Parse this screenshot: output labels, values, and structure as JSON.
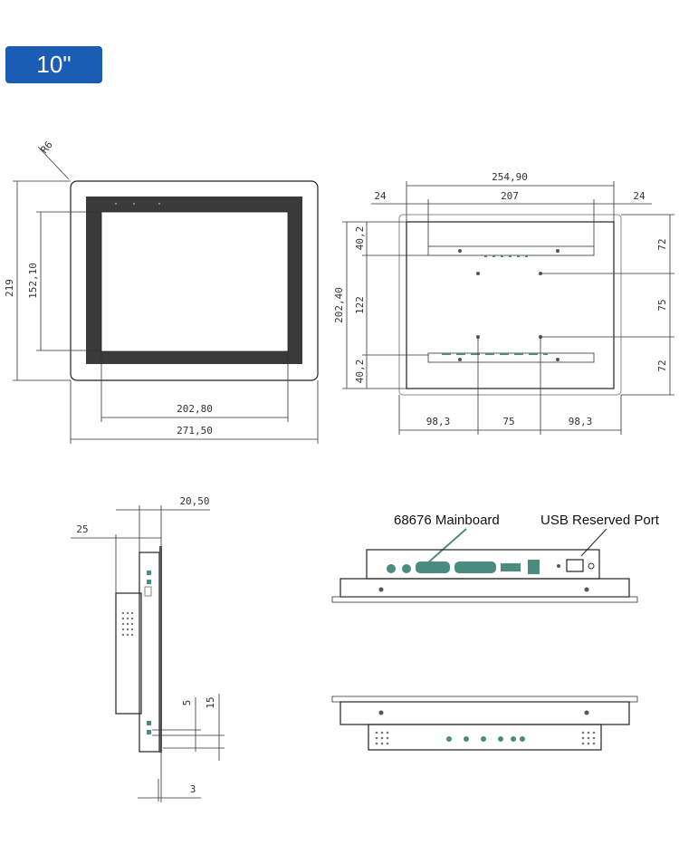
{
  "badge": {
    "label": "10\""
  },
  "front": {
    "radius": "R6",
    "height": "219",
    "inner_height": "152,10",
    "inner_width": "202,80",
    "outer_width": "271,50"
  },
  "rear": {
    "overall_width": "254,90",
    "left_margin": "24",
    "hole_span": "207",
    "right_margin": "24",
    "height": "202,40",
    "top_offset": "40,2",
    "mid_span": "122",
    "bottom_offset": "40,2",
    "right_top": "72",
    "right_mid": "75",
    "right_bottom": "72",
    "bottom_left": "98,3",
    "bottom_mid": "75",
    "bottom_right": "98,3"
  },
  "side": {
    "depth": "20,50",
    "box_depth": "25",
    "dim_5": "5",
    "dim_15": "15",
    "dim_3": "3"
  },
  "ports": {
    "mainboard_label": "68676 Mainboard",
    "usb_label": "USB Reserved Port"
  },
  "colors": {
    "badge": "#1b5db5",
    "connector": "#4a8c80",
    "screen": "#3a3a3a"
  }
}
